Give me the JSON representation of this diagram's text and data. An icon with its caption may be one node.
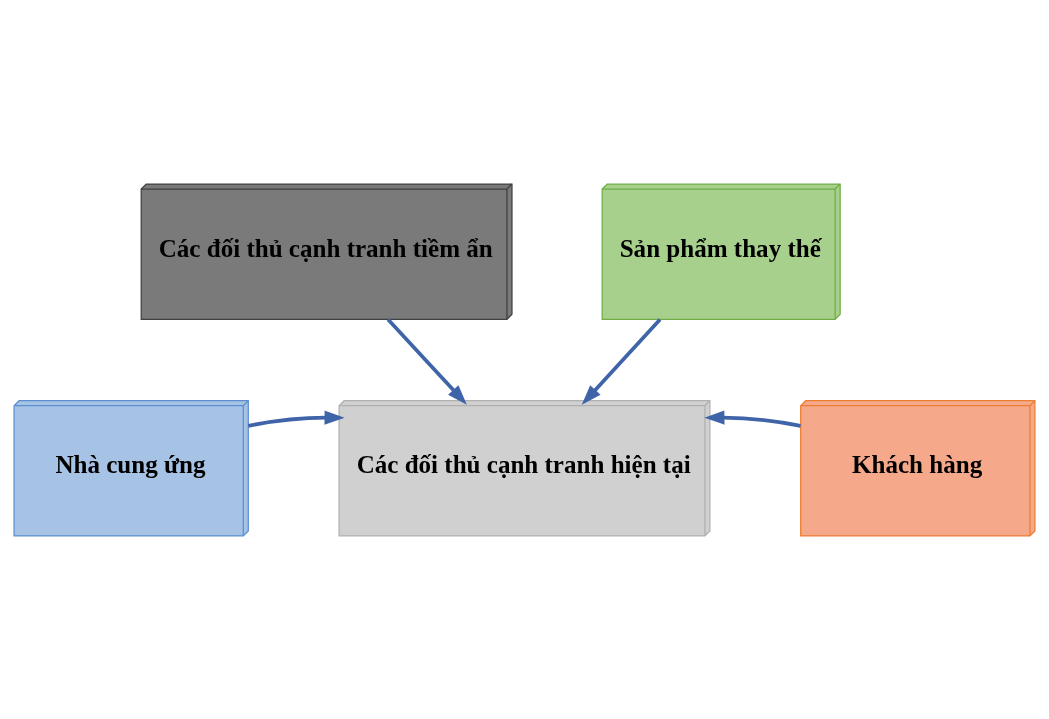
{
  "diagram": {
    "nodes": [
      {
        "text": [
          "Các đối thủ cạnh tranh tiềm ẩn"
        ]
      },
      {
        "text": [
          "Nhà cung ứng"
        ]
      },
      {
        "text": [
          "Các đối thủ cạnh tranh hiện tại"
        ]
      },
      {
        "text": [
          "Khách hàng"
        ]
      },
      {
        "text": [
          "Sản phẩm thay thế"
        ]
      }
    ],
    "edges": [
      {
        "from": 0,
        "to": 2,
        "arrow": "to"
      },
      {
        "from": 1,
        "to": 2,
        "arrow": "to"
      },
      {
        "from": 3,
        "to": 2,
        "arrow": "to"
      },
      {
        "from": 4,
        "to": 2,
        "arrow": "to"
      }
    ]
  }
}
